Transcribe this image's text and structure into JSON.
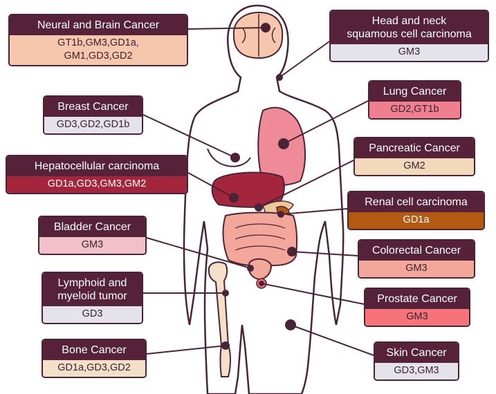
{
  "colors": {
    "header_bg": "#55223a",
    "outline": "#4a2336",
    "body_fill": "#ffffff",
    "tumor": "#4a2336"
  },
  "cards": [
    {
      "id": "neural-brain",
      "title": "Neural and Brain Cancer",
      "gangliosides": "GT1b,GM3,GD1a,\nGM1,GD3,GD2",
      "color": "#f7c7ad",
      "side": "left"
    },
    {
      "id": "breast",
      "title": "Breast Cancer",
      "gangliosides": "GD3,GD2,GD1b",
      "color": "#e4e2ea",
      "side": "left"
    },
    {
      "id": "hepatocellular",
      "title": "Hepatocellular carcinoma",
      "gangliosides": "GD1a,GD3,GM3,GM2",
      "color": "#a3263c",
      "side": "left"
    },
    {
      "id": "bladder",
      "title": "Bladder Cancer",
      "gangliosides": "GM3",
      "color": "#f2c0c8",
      "side": "left"
    },
    {
      "id": "lymphoid-myeloid",
      "title": "Lymphoid and\nmyeloid tumor",
      "gangliosides": "GD3",
      "color": "#e4e2ea",
      "side": "left"
    },
    {
      "id": "bone",
      "title": "Bone Cancer",
      "gangliosides": "GD1a,GD3,GD2",
      "color": "#f4e0c8",
      "side": "left"
    },
    {
      "id": "head-neck",
      "title": "Head and neck\nsquamous cell carcinoma",
      "gangliosides": "GM3",
      "color": "#e4e2ea",
      "side": "right"
    },
    {
      "id": "lung",
      "title": "Lung Cancer",
      "gangliosides": "GD2,GT1b",
      "color": "#ef7f8f",
      "side": "right"
    },
    {
      "id": "pancreatic",
      "title": "Pancreatic Cancer",
      "gangliosides": "GM2",
      "color": "#f2d9b9",
      "side": "right"
    },
    {
      "id": "renal",
      "title": "Renal cell carcinoma",
      "gangliosides": "GD1a",
      "color": "#b35a12",
      "side": "right"
    },
    {
      "id": "colorectal",
      "title": "Colorectal Cancer",
      "gangliosides": "GM3",
      "color": "#f2a79a",
      "side": "right"
    },
    {
      "id": "prostate",
      "title": "Prostate Cancer",
      "gangliosides": "GM3",
      "color": "#f6737a",
      "side": "right"
    },
    {
      "id": "skin",
      "title": "Skin Cancer",
      "gangliosides": "GD3,GM3",
      "color": "#e4e2ea",
      "side": "right"
    }
  ]
}
